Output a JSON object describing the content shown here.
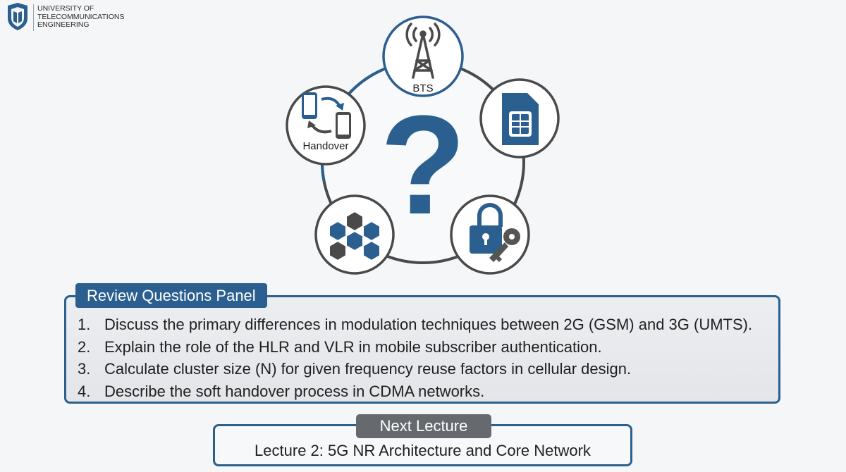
{
  "header": {
    "logo_icon": "university-crest-icon",
    "logo_lines": [
      "UNIVERSITY OF",
      "TELECOMMUNICATIONS",
      "ENGINEERING"
    ]
  },
  "diagram": {
    "center_symbol": "?",
    "nodes": [
      {
        "icon": "cell-tower-icon",
        "label": "BTS"
      },
      {
        "icon": "sim-card-icon",
        "label": ""
      },
      {
        "icon": "padlock-key-icon",
        "label": ""
      },
      {
        "icon": "hexagon-cells-icon",
        "label": ""
      },
      {
        "icon": "handover-phones-icon",
        "label": "Handover"
      }
    ],
    "colors": {
      "accent": "#2a5f8f",
      "ring": "#4a4a4a"
    }
  },
  "review_panel": {
    "title": "Review Questions Panel",
    "questions": [
      {
        "num": "1.",
        "text": "Discuss the primary differences in modulation techniques between 2G (GSM) and 3G (UMTS)."
      },
      {
        "num": "2.",
        "text": "Explain the role of the HLR and VLR in mobile subscriber authentication."
      },
      {
        "num": "3.",
        "text": "Calculate cluster size (N) for given frequency reuse factors in cellular design."
      },
      {
        "num": "4.",
        "text": "Describe the soft handover process in CDMA networks."
      }
    ]
  },
  "next_lecture": {
    "title": "Next Lecture",
    "text": "Lecture 2: 5G NR Architecture and Core Network"
  }
}
